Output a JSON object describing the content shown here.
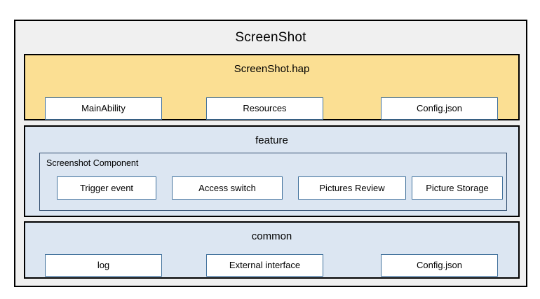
{
  "diagram": {
    "title": "ScreenShot",
    "colors": {
      "root_background": "#F0F0F0",
      "root_border": "#000000",
      "hap_panel": "#FBDF93",
      "module_panel": "#DCE6F2",
      "leaf_box_background": "#FFFFFF",
      "leaf_box_border": "#41719C",
      "text": "#000000"
    },
    "panels": [
      {
        "name": "hap",
        "title": "ScreenShot.hap",
        "boxes": [
          {
            "label": "MainAbility"
          },
          {
            "label": "Resources"
          },
          {
            "label": "Config.json"
          }
        ]
      },
      {
        "name": "feature",
        "title": "feature",
        "subframe": {
          "title": "Screenshot Component",
          "boxes": [
            {
              "label": "Trigger event"
            },
            {
              "label": "Access switch"
            },
            {
              "label": "Pictures Review"
            },
            {
              "label": "Picture Storage"
            }
          ]
        }
      },
      {
        "name": "common",
        "title": "common",
        "boxes": [
          {
            "label": "log"
          },
          {
            "label": "External interface"
          },
          {
            "label": "Config.json"
          }
        ]
      }
    ]
  }
}
